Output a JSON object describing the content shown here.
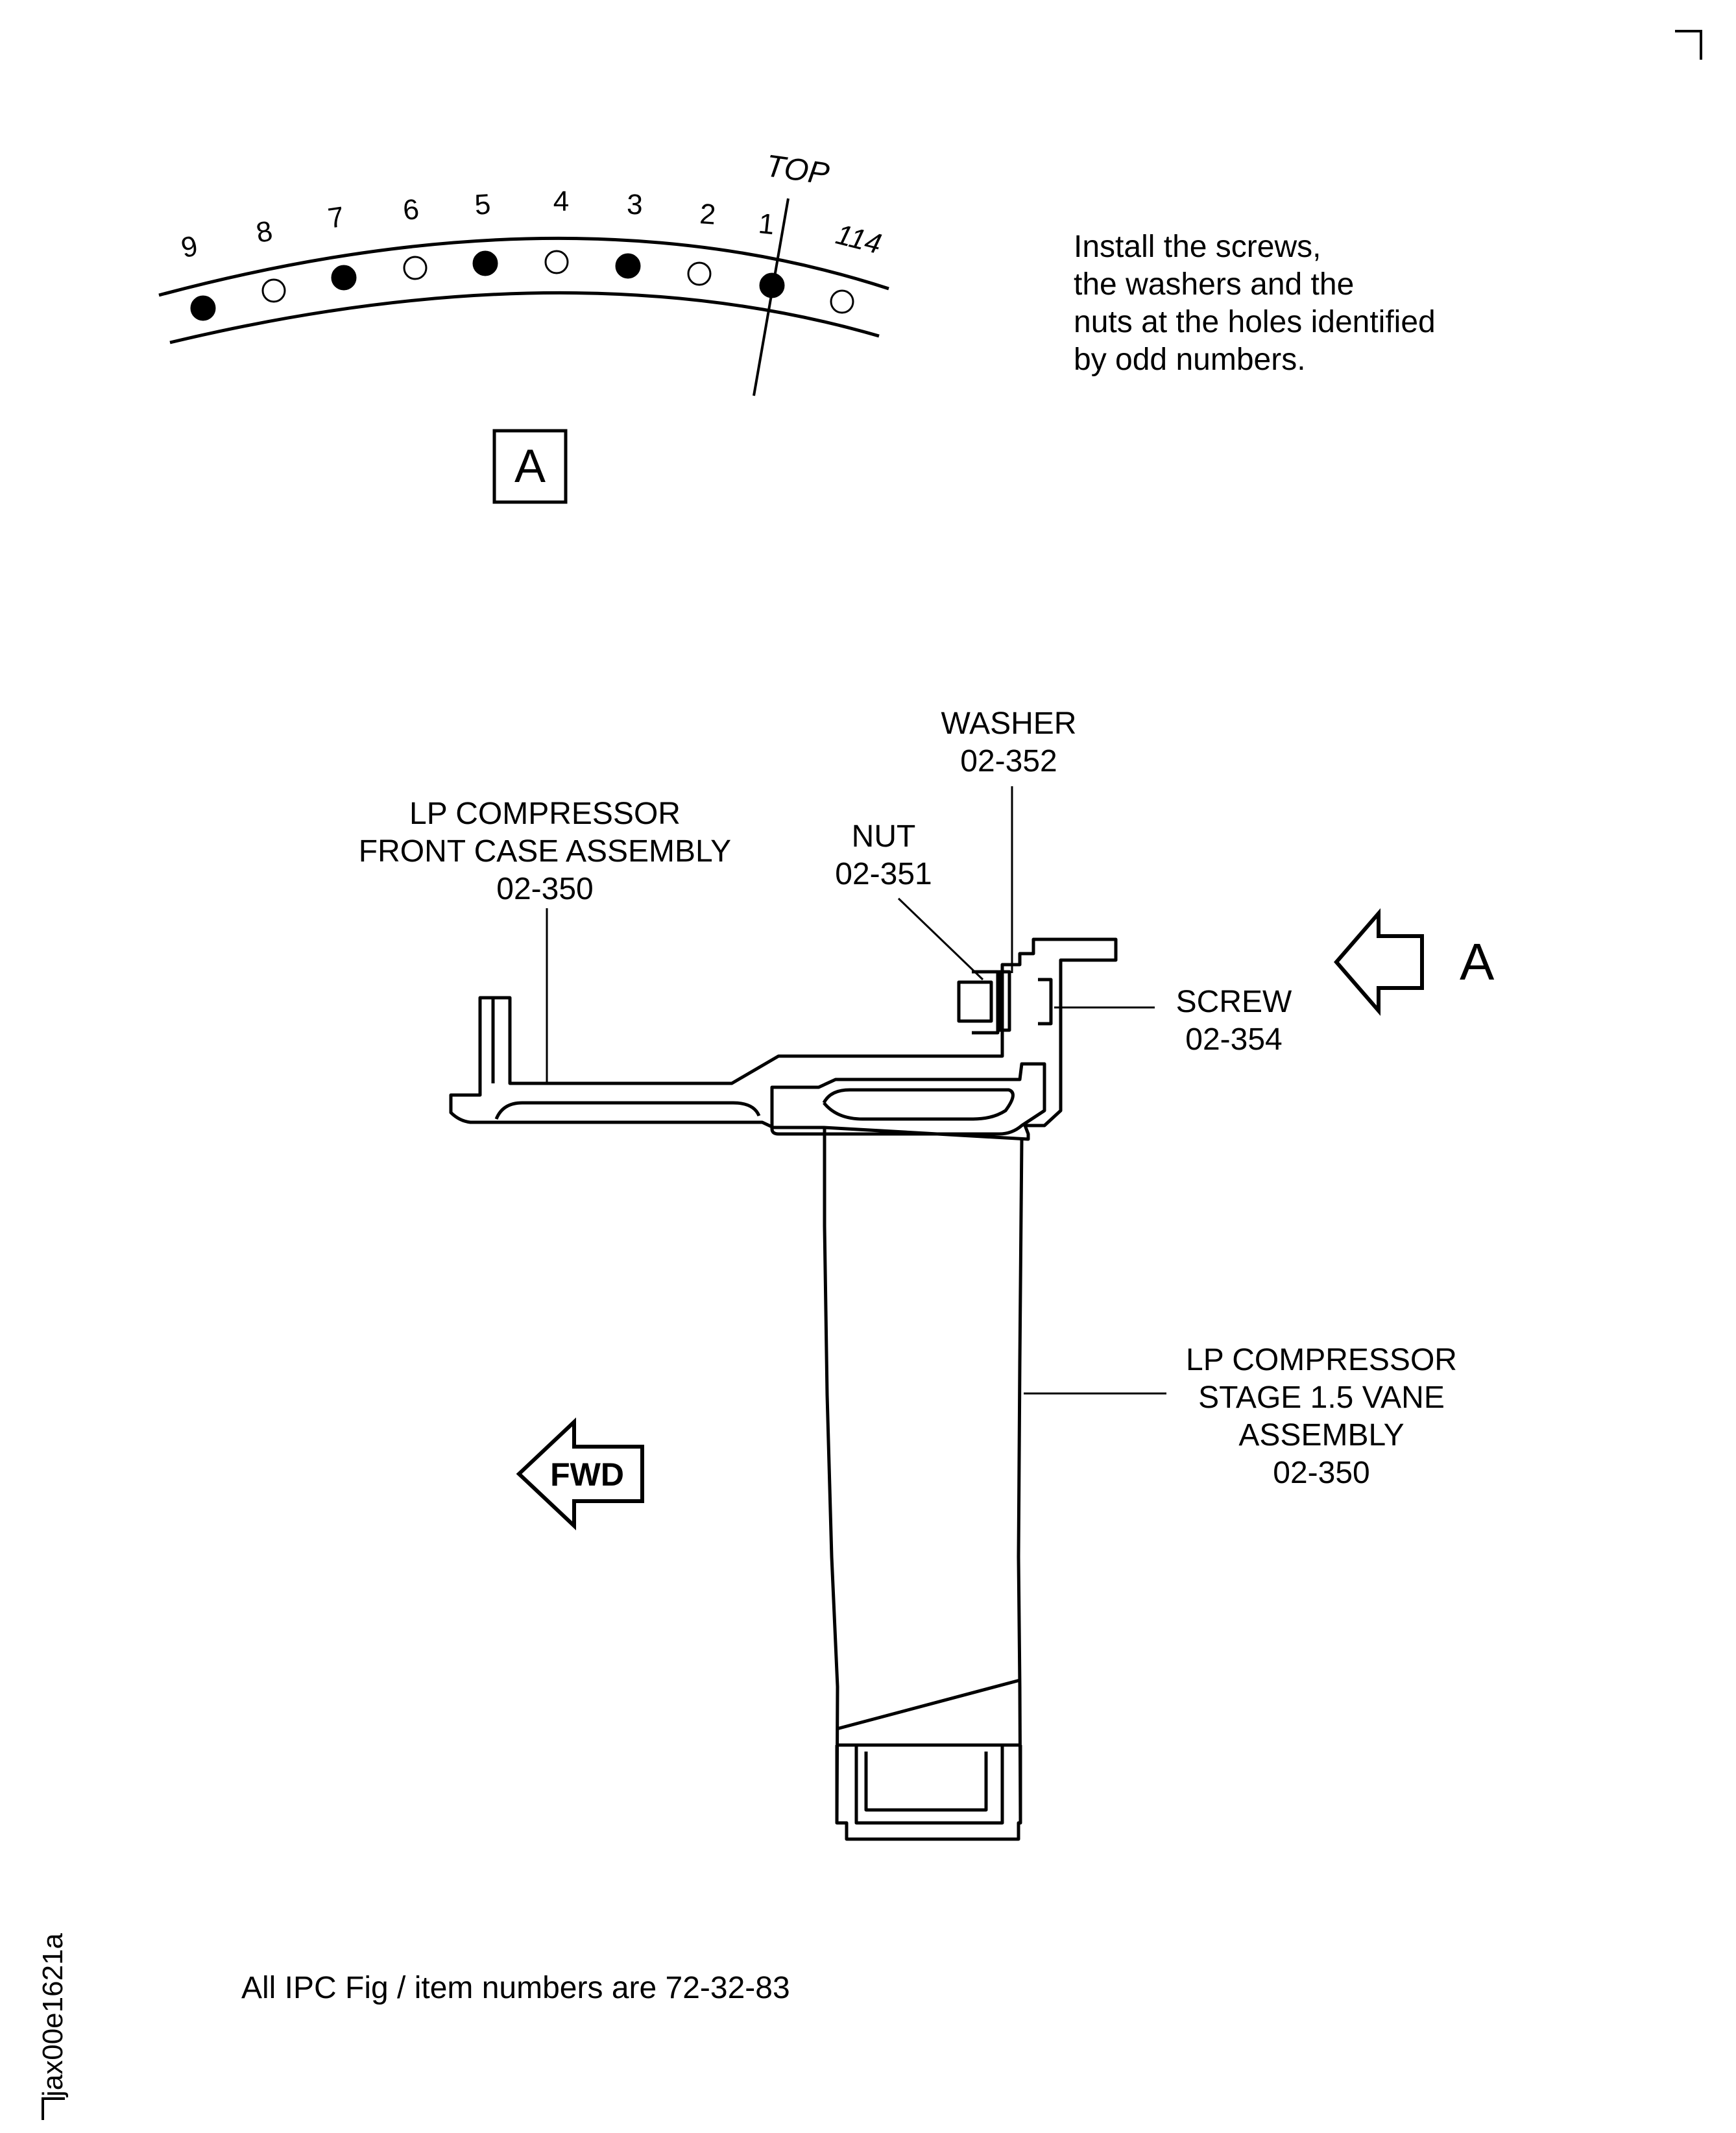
{
  "view_a": {
    "top_label": "TOP",
    "hole_labels": [
      "9",
      "8",
      "7",
      "6",
      "5",
      "4",
      "3",
      "2",
      "1",
      "114"
    ],
    "hole_filled": [
      true,
      false,
      true,
      false,
      true,
      false,
      true,
      false,
      true,
      false
    ],
    "view_box_label": "A"
  },
  "instruction": {
    "lines": [
      "Install  the  screws,",
      "the  washers  and  the",
      "nuts  at  the  holes  identified",
      "by  odd  numbers."
    ]
  },
  "callouts": {
    "washer": {
      "name": "WASHER",
      "ref": "02-352"
    },
    "nut": {
      "name": "NUT",
      "ref": "02-351"
    },
    "front_case": {
      "line1": "LP  COMPRESSOR",
      "line2": "FRONT  CASE  ASSEMBLY",
      "ref": "02-350"
    },
    "screw": {
      "name": "SCREW",
      "ref": "02-354"
    },
    "vane": {
      "line1": "LP  COMPRESSOR",
      "line2": "STAGE  1.5  VANE",
      "line3": "ASSEMBLY",
      "ref": "02-350"
    }
  },
  "view_arrow_label": "A",
  "fwd_label": "FWD",
  "footer_note": "All IPC  Fig / item  numbers  are  72-32-83",
  "figure_id": "jax00e1621a",
  "colors": {
    "ink": "#000000",
    "paper": "#ffffff"
  }
}
